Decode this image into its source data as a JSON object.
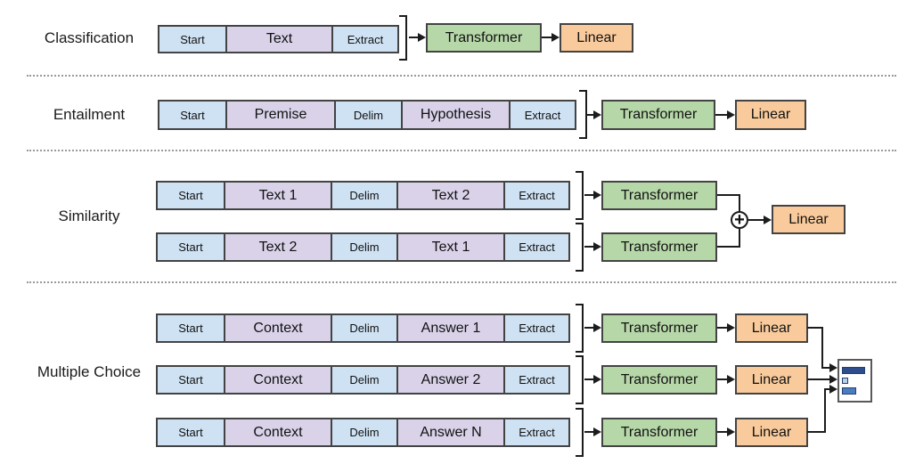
{
  "colors": {
    "token_special_blue": "#cfe2f3",
    "token_content_purple": "#d9d2e9",
    "transformer_green": "#b6d7a8",
    "linear_orange": "#f9cb9c",
    "box_border": "#434343",
    "connector_black": "#1c1c1c",
    "divider_gray": "#999999",
    "score_bar_dark": "#2e4d8c",
    "score_bar_medium": "#4b7cbf",
    "score_bar_light": "#b9cfe8"
  },
  "sections": [
    {
      "label": "Classification",
      "rows": [
        {
          "tokens": [
            "Start",
            "Text",
            "Extract"
          ],
          "transformer": "Transformer",
          "linear": "Linear"
        }
      ]
    },
    {
      "label": "Entailment",
      "rows": [
        {
          "tokens": [
            "Start",
            "Premise",
            "Delim",
            "Hypothesis",
            "Extract"
          ],
          "transformer": "Transformer",
          "linear": "Linear"
        }
      ]
    },
    {
      "label": "Similarity",
      "rows": [
        {
          "tokens": [
            "Start",
            "Text 1",
            "Delim",
            "Text 2",
            "Extract"
          ],
          "transformer": "Transformer"
        },
        {
          "tokens": [
            "Start",
            "Text 2",
            "Delim",
            "Text 1",
            "Extract"
          ],
          "transformer": "Transformer"
        }
      ],
      "aggregator": {
        "symbol": "+",
        "linear": "Linear"
      }
    },
    {
      "label": "Multiple Choice",
      "rows": [
        {
          "tokens": [
            "Start",
            "Context",
            "Delim",
            "Answer 1",
            "Extract"
          ],
          "transformer": "Transformer",
          "linear": "Linear"
        },
        {
          "tokens": [
            "Start",
            "Context",
            "Delim",
            "Answer 2",
            "Extract"
          ],
          "transformer": "Transformer",
          "linear": "Linear"
        },
        {
          "tokens": [
            "Start",
            "Context",
            "Delim",
            "Answer N",
            "Extract"
          ],
          "transformer": "Transformer",
          "linear": "Linear"
        }
      ],
      "output": {
        "icon": "score-bars"
      }
    }
  ]
}
